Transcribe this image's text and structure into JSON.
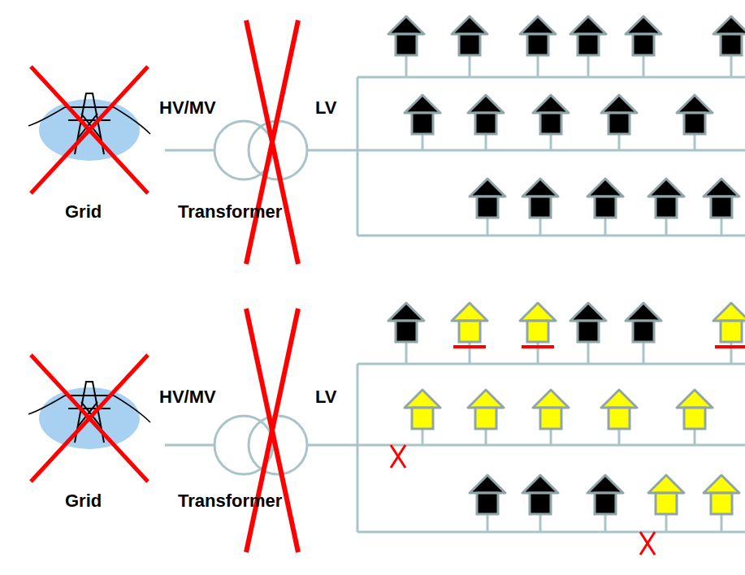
{
  "diagram": {
    "labels": [
      "HV/MV",
      "LV",
      "Grid",
      "Transformer",
      "HV/MV",
      "LV",
      "Grid",
      "Transformer"
    ]
  }
}
